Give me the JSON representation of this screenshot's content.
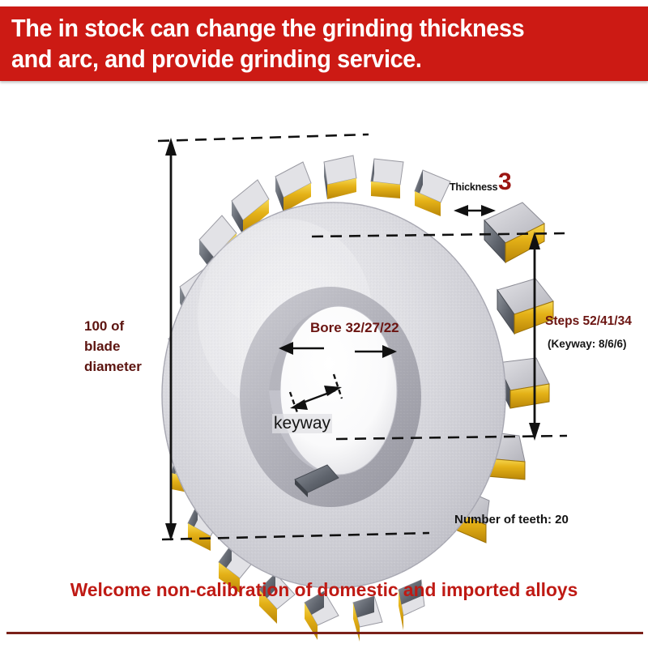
{
  "banner": {
    "line1": "The in stock can change the grinding thickness",
    "line2": "and arc, and provide grinding service.",
    "bg_color": "#CC1A14",
    "text_color": "#FFFFFF"
  },
  "diagram": {
    "title": "carbide tipped circular saw blade dimension diagram",
    "labels": {
      "blade_diameter_line1": "100 of",
      "blade_diameter_line2": "blade",
      "blade_diameter_line3": "diameter",
      "thickness": "Thickness",
      "thickness_value": "3",
      "bore": "Bore 32/27/22",
      "keyway": "keyway",
      "steps": "Steps 52/41/34",
      "keyway_sub": "(Keyway: 8/6/6)",
      "teeth": "Number of teeth: 20"
    },
    "specs": {
      "blade_diameter_mm": 100,
      "thickness_mm": 3,
      "bore_options_mm": [
        32,
        27,
        22
      ],
      "step_options_mm": [
        52,
        41,
        34
      ],
      "keyway_options_mm": [
        8,
        6,
        6
      ],
      "tooth_count": 20
    },
    "colors": {
      "label_dark_red": "#6B1411",
      "label_black": "#151515",
      "blade_body": "#D9D9DE",
      "tooth_braze_gold": "#E8B71C",
      "carbide_tip": "#6E737C"
    }
  },
  "footer": {
    "text": "Welcome non-calibration of domestic and imported alloys",
    "text_color": "#BF1A14",
    "rule_color": "#7A2019"
  }
}
